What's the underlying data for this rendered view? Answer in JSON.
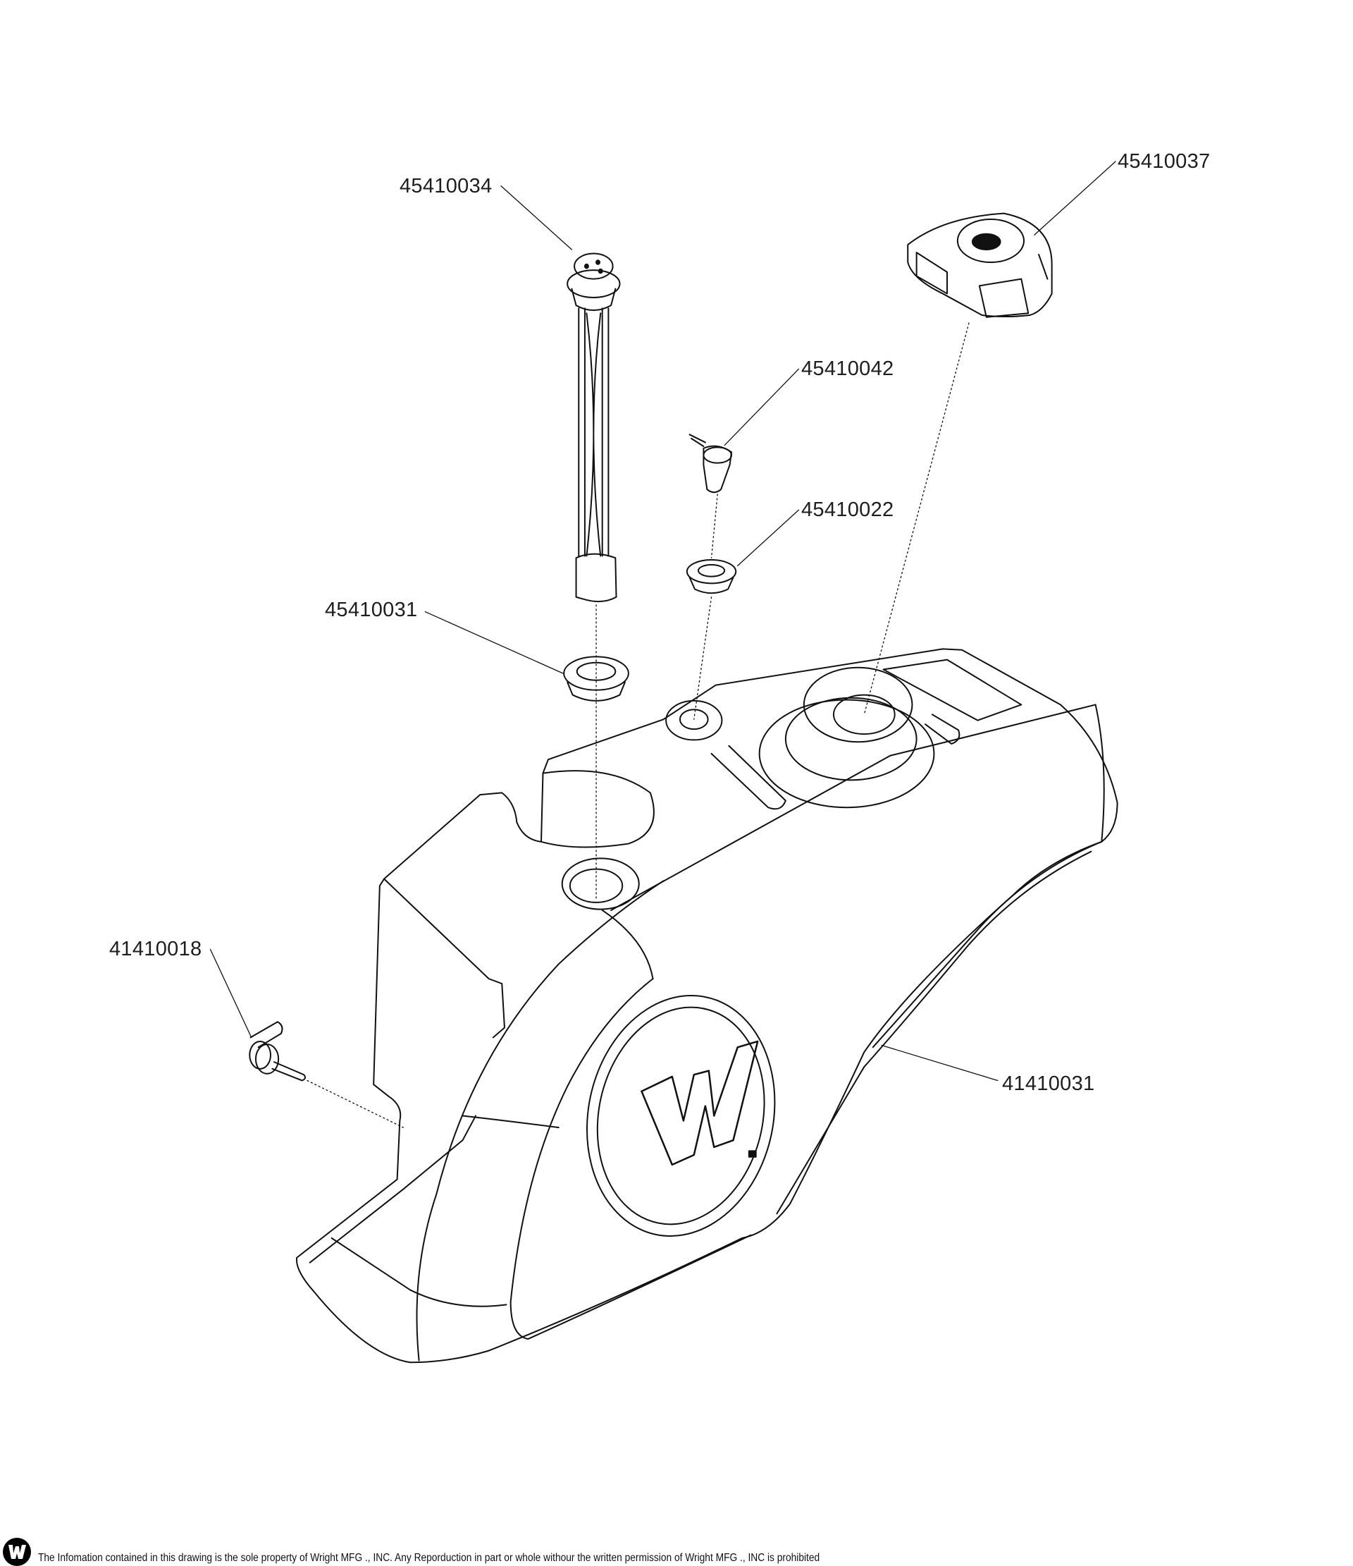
{
  "drawing": {
    "subject": "Fuel tank assembly exploded view",
    "callouts": [
      {
        "id": "sender",
        "part_number": "45410034"
      },
      {
        "id": "fuel-cap",
        "part_number": "45410037"
      },
      {
        "id": "vent-valve",
        "part_number": "45410042"
      },
      {
        "id": "vent-grommet",
        "part_number": "45410022"
      },
      {
        "id": "sender-grommet",
        "part_number": "45410031"
      },
      {
        "id": "fuel-shutoff-valve",
        "part_number": "41410018"
      },
      {
        "id": "fuel-tank",
        "part_number": "41410031"
      }
    ],
    "tank_logo_letter": "W"
  },
  "footer": {
    "logo": "wright-w-logo-icon",
    "notice": "The Infomation contained in this drawing is the sole property of Wright MFG ., INC. Any Reporduction in part or whole withour the written permission of Wright MFG ., INC is prohibited"
  },
  "colors": {
    "line": "#111111",
    "background": "#ffffff",
    "text": "#1e1e1e"
  }
}
